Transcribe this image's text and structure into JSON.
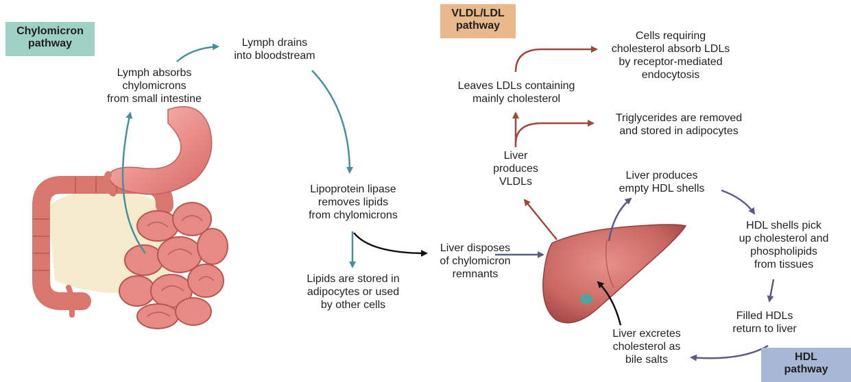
{
  "badges": {
    "chylomicron": "Chylomicron\npathway",
    "vldl": "VLDL/LDL\npathway",
    "hdl": "HDL\npathway"
  },
  "colors": {
    "chylomicron_badge": "#9fd0c4",
    "vldl_badge": "#e8b98a",
    "hdl_badge": "#a7b8d6",
    "chylomicron_arrow": "#4a8e9c",
    "vldl_arrow": "#a0463b",
    "hdl_arrow": "#5b5b8a",
    "remnant_arrow": "#111111"
  },
  "labels": {
    "lymph_absorbs": "Lymph absorbs\nchylomicrons\nfrom small intestine",
    "lymph_drains": "Lymph drains\ninto bloodstream",
    "lipoprotein_lipase": "Lipoprotein lipase\nremoves lipids\nfrom chylomicrons",
    "lipids_stored": "Lipids are stored in\nadipocytes or used\nby other cells",
    "liver_disposes": "Liver disposes\nof chylomicron\nremnants",
    "liver_vldl": "Liver\nproduces\nVLDLs",
    "leaves_ldl": "Leaves LDLs containing\nmainly cholesterol",
    "cells_absorb": "Cells requiring\ncholesterol absorb LDLs\nby receptor-mediated\nendocytosis",
    "triglycerides": "Triglycerides are removed\nand stored in adipocytes",
    "liver_hdl": "Liver produces\nempty HDL shells",
    "hdl_pick": "HDL shells pick\nup cholesterol and\nphospholipids\nfrom tissues",
    "filled_hdl": "Filled HDLs\nreturn to liver",
    "liver_excretes": "Liver excretes\ncholesterol as\nbile salts"
  }
}
